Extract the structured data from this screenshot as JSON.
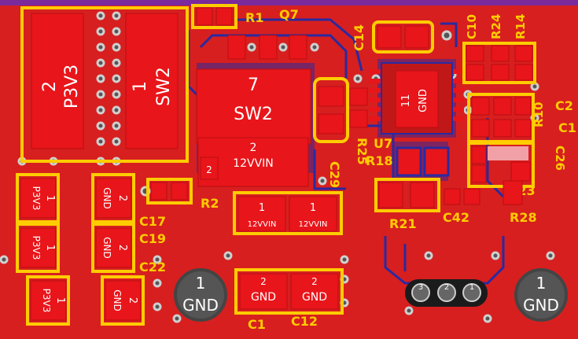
{
  "designators": {
    "r1": "R1",
    "q7": "Q7",
    "c14": "C14",
    "c10": "C10",
    "r24": "R24",
    "r14": "R14",
    "c2": "C2",
    "c1a": "C1",
    "r10": "R10",
    "c26": "C26",
    "u7": "U7",
    "r25": "R25",
    "r18": "R18",
    "c29": "C29",
    "r23": "R23",
    "r21": "R21",
    "c42": "C42",
    "r28": "R28",
    "r2": "R2",
    "c17": "C17",
    "c19": "C19",
    "c22": "C22",
    "c1": "C1",
    "c12": "C12"
  },
  "pads": {
    "p3v3_big_num": "2",
    "p3v3_big_net": "P3V3",
    "sw2_big_num": "1",
    "sw2_big_net": "SW2",
    "sw2_mid_num": "7",
    "sw2_mid_net": "SW2",
    "vin_mid_num": "2",
    "vin_mid_net": "12VVIN",
    "vin_a_num": "1",
    "vin_a_net": "12VVIN",
    "vin_b_num": "1",
    "vin_b_net": "12VVIN",
    "gnd_ic_num": "11",
    "gnd_ic_net": "GND",
    "left1_num": "1",
    "left1_net": "P3V3",
    "left2_num": "1",
    "left2_net": "P3V3",
    "left3_num": "1",
    "left3_net": "P3V3",
    "gnd_l1_num": "2",
    "gnd_l1_net": "GND",
    "gnd_l2_num": "2",
    "gnd_l2_net": "GND",
    "gnd_l3_num": "2",
    "gnd_l3_net": "GND",
    "c1_num": "2",
    "c1_net": "GND",
    "c12_num": "2",
    "c12_net": "GND",
    "hole_left_num": "1",
    "hole_left_net": "GND",
    "hole_right_num": "1",
    "hole_right_net": "GND",
    "header_pins": [
      "3",
      "2",
      "1"
    ],
    "pad_small_2": "2"
  },
  "colors": {
    "copper": "#d71f1f",
    "silkscreen": "#ffcc00",
    "pad": "#e8151a",
    "trace": "#2a2aa0",
    "edge": "#7a2a9a"
  }
}
